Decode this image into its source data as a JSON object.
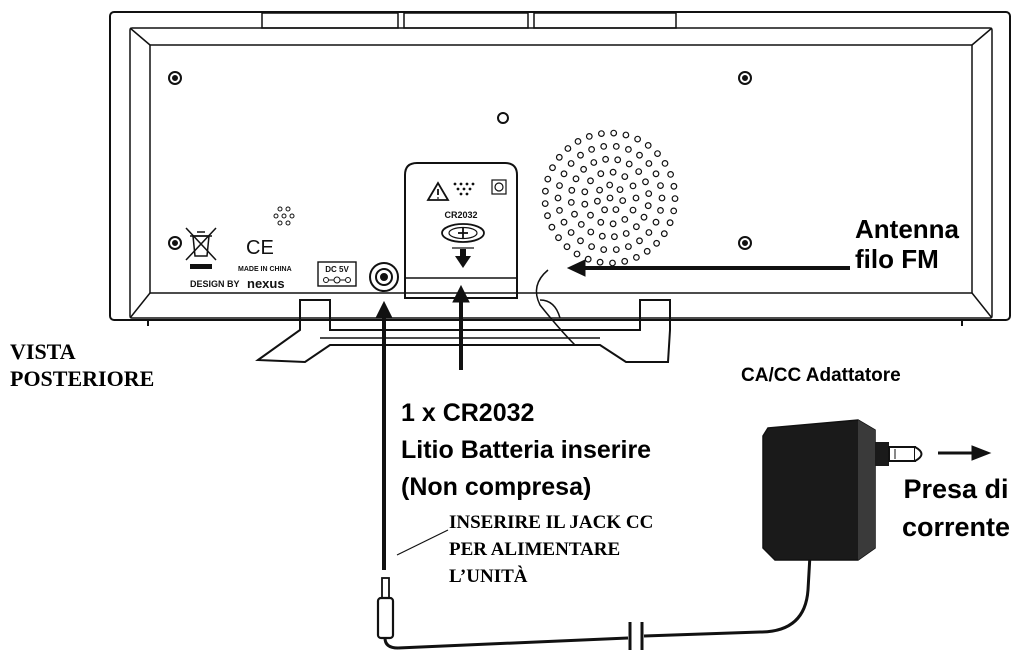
{
  "device": {
    "battery_code": "CR2032",
    "ce_mark": "CE",
    "made_in": "MADE IN CHINA",
    "design_by": "DESIGN BY",
    "brand": "nexus",
    "dc_rating": "DC 5V"
  },
  "labels": {
    "rear_view": [
      "VISTA",
      "POSTERIORE"
    ],
    "antenna": [
      "Antenna",
      "filo FM"
    ],
    "adapter": "CA/CC Adattatore",
    "battery": [
      "1 x CR2032",
      "Litio Batteria inserire",
      "(Non compresa)"
    ],
    "dc_jack": [
      "INSERIRE IL JACK CC",
      "PER ALIMENTARE",
      "L’UNITÀ"
    ],
    "outlet": [
      "Presa di",
      "corrente"
    ]
  },
  "icons": [
    "warning-icon",
    "weee-bin-icon",
    "battery-coin-icon",
    "speaker-grille-icon",
    "arrow-icon"
  ],
  "colors": {
    "line": "#111111",
    "background": "#ffffff"
  }
}
